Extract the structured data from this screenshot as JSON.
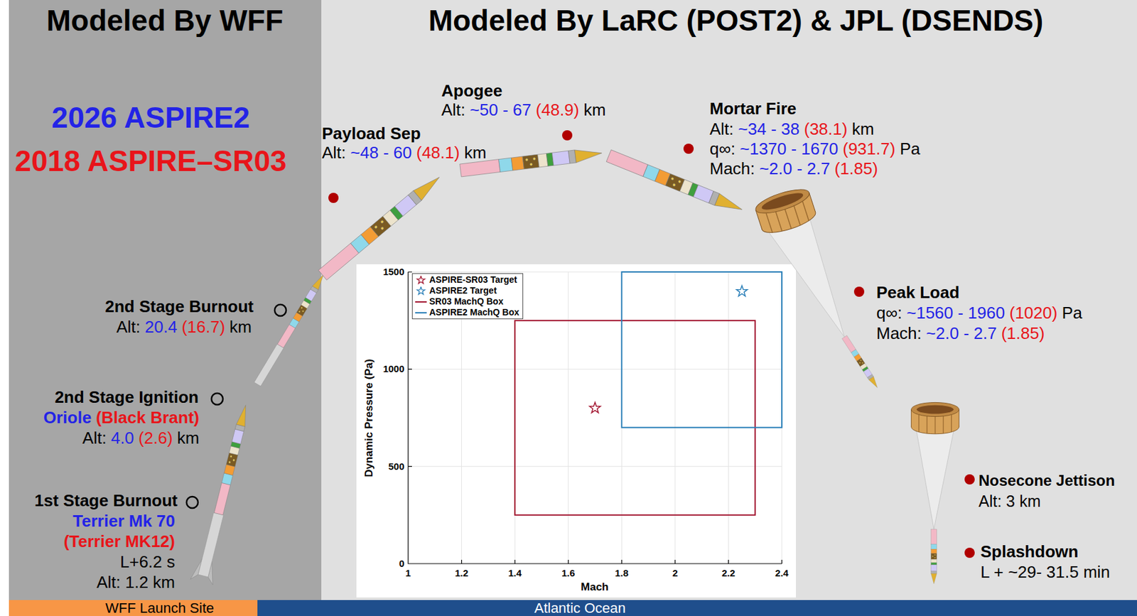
{
  "diagram": {
    "nodes": [
      {
        "text": [
          "Modeled By WFF",
          "2026 ASPIRE2",
          "2018 ASPIRE–SR03"
        ]
      },
      {
        "text": [
          "Modeled By LaRC (POST2) & JPL (DSENDS)"
        ]
      },
      {
        "text": [
          "Dynamic Pressure (Pa)",
          "Mach"
        ],
        "in": 1
      },
      {
        "text": [
          "WFF Launch Site"
        ]
      },
      {
        "text": [
          "Atlantic Ocean"
        ]
      }
    ],
    "labels": [
      "Apogee",
      "Alt:",
      "~50 - 67",
      "(48.9)",
      "km",
      "Payload Sep",
      "Alt:",
      "~48 - 60",
      "(48.1)",
      "km",
      "Mortar Fire",
      "Alt:",
      "~34 - 38",
      "(38.1)",
      "km",
      "q∞:",
      "~1370 - 1670",
      "(931.7)",
      "Pa",
      "Mach:",
      "~2.0 - 2.7",
      "(1.85)",
      "Peak Load",
      "q∞:",
      "~1560 - 1960",
      "(1020)",
      "Pa",
      "Mach:",
      "~2.0 - 2.7",
      "(1.85)",
      "Nosecone Jettison",
      "Alt: 3 km",
      "Splashdown",
      "L + ~29- 31.5 min",
      "2nd Stage Burnout",
      "Alt:",
      "20.4",
      "(16.7)",
      "km",
      "2nd Stage Ignition",
      "Oriole",
      "(Black Brant)",
      "Alt:",
      "4.0",
      "(2.6)",
      "km",
      "1st Stage Burnout",
      "Terrier Mk 70",
      "(Terrier MK12)",
      "L+6.2 s",
      "Alt: 1.2 km",
      "1",
      "1.2",
      "1.4",
      "1.6",
      "1.8",
      "2",
      "2.2",
      "2.4",
      "0",
      "500",
      "1000",
      "1500"
    ],
    "legend": [
      {
        "text": "ASPIRE-SR03 Target"
      },
      {
        "text": "ASPIRE2 Target"
      },
      {
        "text": "SR03 MachQ Box"
      },
      {
        "text": "ASPIRE2 MachQ Box"
      }
    ]
  }
}
